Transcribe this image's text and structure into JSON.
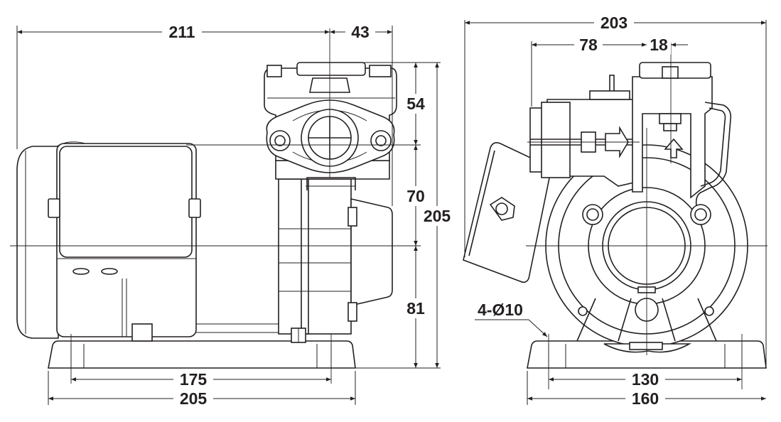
{
  "side_view": {
    "dim_overall_length": "211",
    "dim_outlet_offset": "43",
    "dim_top_to_inlet": "54",
    "dim_inlet_to_shaft": "70",
    "dim_overall_height": "205",
    "dim_shaft_height": "81",
    "dim_foot_holes": "175",
    "dim_base_length": "205"
  },
  "front_view": {
    "dim_overall_width": "203",
    "dim_left_offset": "78",
    "dim_outlet_offset": "18",
    "mounting_holes": "4-Ø10",
    "dim_foot_holes": "130",
    "dim_base_width": "160"
  }
}
